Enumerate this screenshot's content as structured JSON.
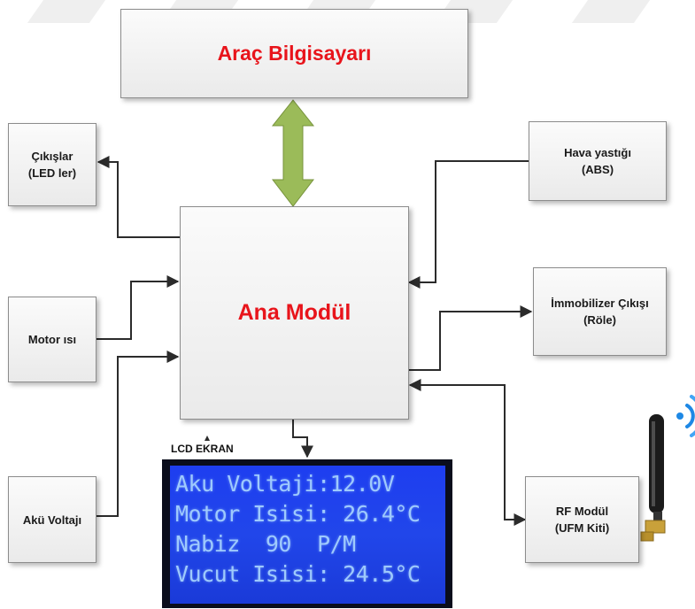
{
  "diagram": {
    "top_box": "Araç Bilgisayarı",
    "center_box": "Ana Modül",
    "left_boxes": [
      {
        "line1": "Çıkışlar",
        "line2": "(LED ler)"
      },
      {
        "line1": "Motor ısı",
        "line2": ""
      },
      {
        "line1": "Akü Voltajı",
        "line2": ""
      }
    ],
    "right_boxes": [
      {
        "line1": "Hava yastığı",
        "line2": "(ABS)"
      },
      {
        "line1": "İmmobilizer Çıkışı",
        "line2": "(Röle)"
      },
      {
        "line1": "RF Modül",
        "line2": "(UFM Kiti)"
      }
    ],
    "lcd_label": "LCD EKRAN",
    "lcd_lines": [
      "Aku Voltaji:12.0V",
      "Motor Isisi: 26.4°C",
      "Nabiz  90  P/M",
      "Vucut Isisi: 24.5°C"
    ]
  },
  "colors": {
    "title_red": "#e8141b",
    "bidirectional_arrow": "#9bbb59",
    "lcd_background": "#1e3ef0",
    "lcd_text": "#a9d6ff"
  },
  "icons": [
    "rf-antenna-icon",
    "wireless-signal-icon"
  ]
}
